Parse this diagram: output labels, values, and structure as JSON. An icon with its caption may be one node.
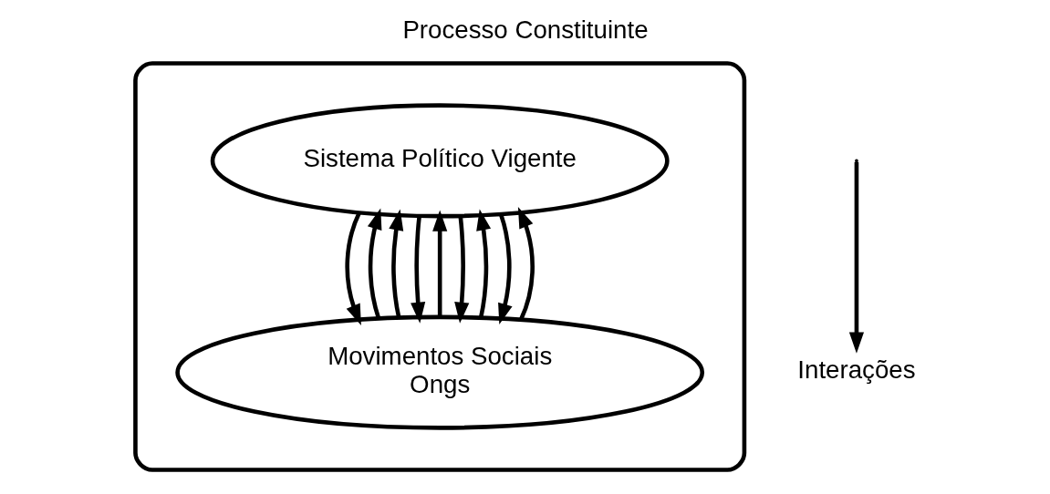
{
  "diagram": {
    "title": "Processo Constituinte",
    "nodes": [
      {
        "text": [],
        "shape": "ellipse"
      },
      {
        "text": [
          "Sistema Político Vigente"
        ],
        "in": 0
      },
      {
        "text": [
          "Movimentos Sociais",
          "Ongs"
        ],
        "in": 0
      },
      {
        "text": [
          "Interações"
        ]
      }
    ],
    "edges": [
      {
        "from": 2,
        "to": 1,
        "arrow": "to"
      },
      {
        "from": 1,
        "to": 2,
        "arrow": "to"
      },
      {
        "from": 2,
        "to": 1,
        "arrow": "to"
      },
      {
        "from": 1,
        "to": 2,
        "arrow": "to"
      },
      {
        "from": 2,
        "to": 1,
        "arrow": "to"
      },
      {
        "from": 1,
        "to": 2,
        "arrow": "to"
      },
      {
        "from": 2,
        "to": 1,
        "arrow": "to"
      },
      {
        "from": 1,
        "to": 2,
        "arrow": "to"
      },
      {
        "from": 2,
        "to": 1,
        "arrow": "to"
      },
      {
        "from": null,
        "to": 3,
        "arrow": "to"
      }
    ]
  }
}
